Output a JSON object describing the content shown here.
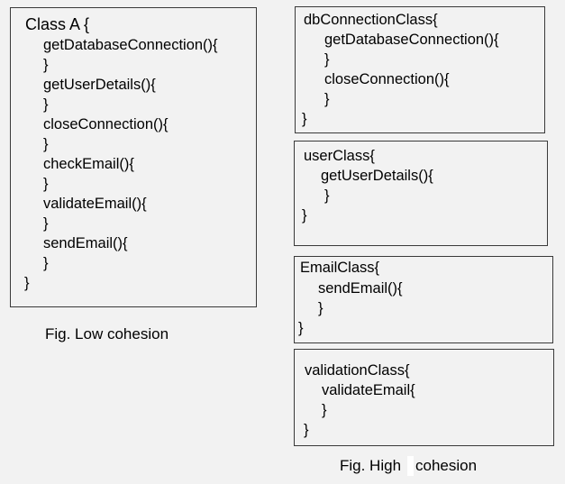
{
  "low": {
    "title": "Class A {",
    "lines": [
      "getDatabaseConnection(){",
      "}",
      "getUserDetails(){",
      "}",
      "closeConnection(){",
      "}",
      "checkEmail(){",
      "}",
      "validateEmail(){",
      "}",
      "sendEmail(){",
      "}"
    ],
    "close": "}",
    "caption": "Fig. Low cohesion"
  },
  "high": {
    "classes": [
      {
        "title": "dbConnectionClass{",
        "lines": [
          "getDatabaseConnection(){",
          "}",
          "closeConnection(){",
          "}"
        ],
        "close": "}"
      },
      {
        "title": "userClass{",
        "lines": [
          "getUserDetails(){",
          "}"
        ],
        "close": "}"
      },
      {
        "title": "EmailClass{",
        "lines": [
          "sendEmail(){",
          "}"
        ],
        "close": "}"
      },
      {
        "title": "validationClass{",
        "lines": [
          "validateEmail{",
          "}"
        ],
        "close": "}"
      }
    ],
    "caption_part1": "Fig. High",
    "caption_part2": "cohesion"
  }
}
